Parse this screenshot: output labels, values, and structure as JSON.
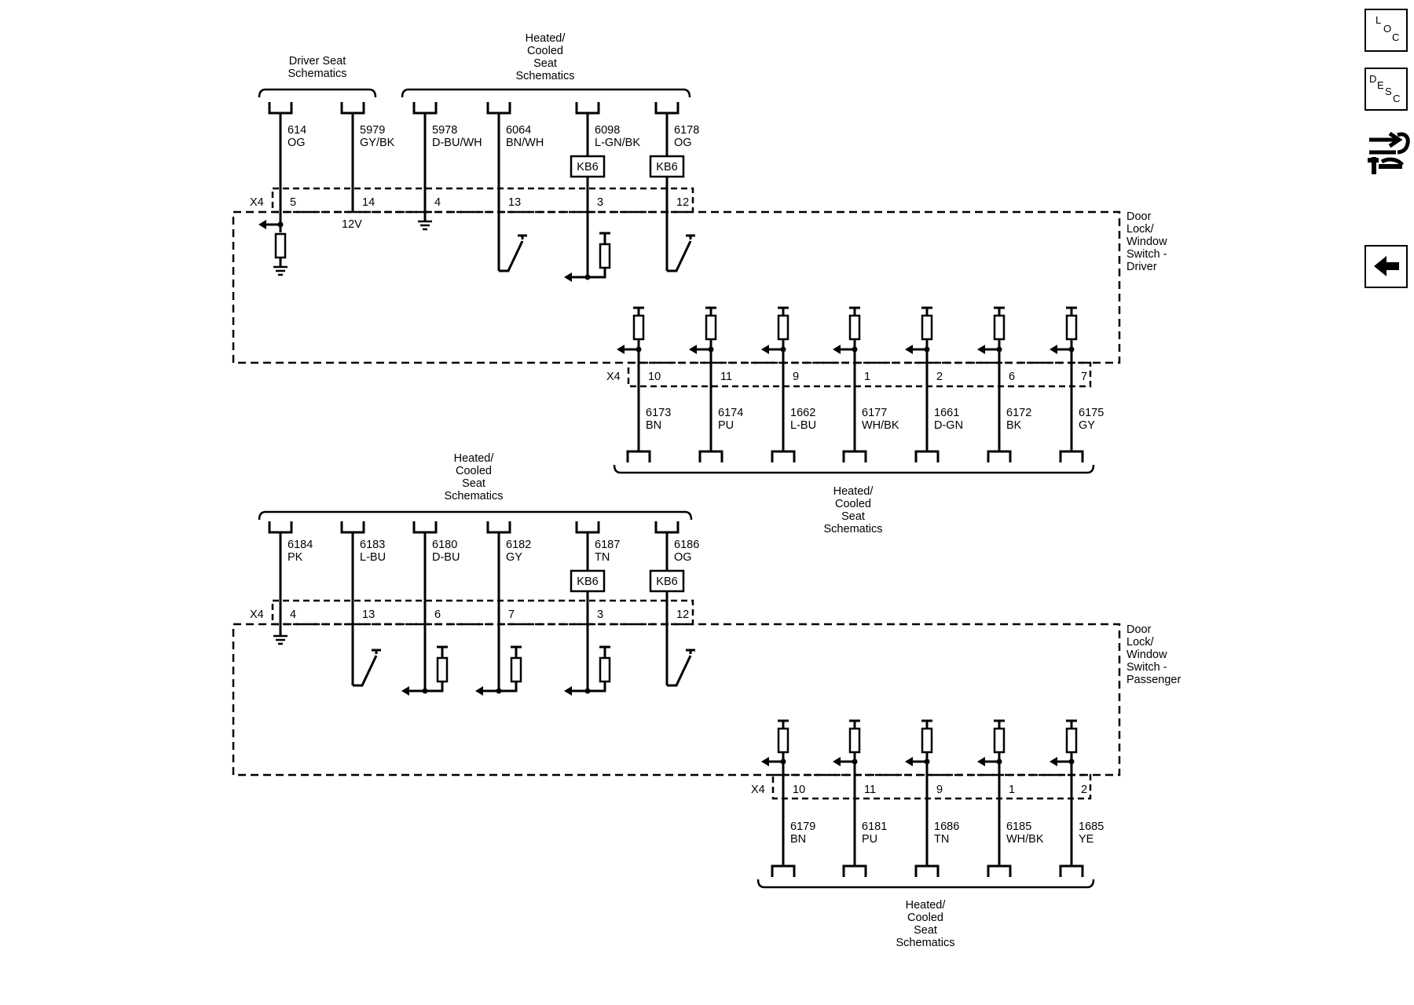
{
  "nav": {
    "loc": {
      "l1": "L",
      "l2": "O",
      "l3": "C"
    },
    "desc": {
      "l1": "D",
      "l2": "E",
      "l3": "S",
      "l4": "C"
    }
  },
  "driver_module": {
    "label": [
      "Door",
      "Lock/",
      "Window",
      "Switch -",
      "Driver"
    ],
    "top_connector": "X4",
    "bottom_connector": "X4",
    "groups_top": [
      {
        "label": [
          "Driver Seat",
          "Schematics"
        ]
      },
      {
        "label": [
          "Heated/",
          "Cooled",
          "Seat",
          "Schematics"
        ]
      }
    ],
    "top_circuits": [
      {
        "circuit": "614",
        "color": "OG",
        "pin": "5",
        "inside": "ground-resistor"
      },
      {
        "circuit": "5979",
        "color": "GY/BK",
        "pin": "14",
        "inside": "12v",
        "note": "12V"
      },
      {
        "circuit": "5978",
        "color": "D-BU/WH",
        "pin": "4",
        "inside": "ground"
      },
      {
        "circuit": "6064",
        "color": "BN/WH",
        "pin": "13",
        "inside": "switch"
      },
      {
        "circuit": "6098",
        "color": "L-GN/BK",
        "pin": "3",
        "inside": "resistor-left",
        "option": "KB6"
      },
      {
        "circuit": "6178",
        "color": "OG",
        "pin": "12",
        "inside": "switch",
        "option": "KB6"
      }
    ],
    "bottom_circuits": [
      {
        "circuit": "6173",
        "color": "BN",
        "pin": "10"
      },
      {
        "circuit": "6174",
        "color": "PU",
        "pin": "11"
      },
      {
        "circuit": "1662",
        "color": "L-BU",
        "pin": "9"
      },
      {
        "circuit": "6177",
        "color": "WH/BK",
        "pin": "1"
      },
      {
        "circuit": "1661",
        "color": "D-GN",
        "pin": "2"
      },
      {
        "circuit": "6172",
        "color": "BK",
        "pin": "6"
      },
      {
        "circuit": "6175",
        "color": "GY",
        "pin": "7"
      }
    ],
    "bottom_group": {
      "label": [
        "Heated/",
        "Cooled",
        "Seat",
        "Schematics"
      ]
    }
  },
  "passenger_module": {
    "label": [
      "Door",
      "Lock/",
      "Window",
      "Switch -",
      "Passenger"
    ],
    "top_connector": "X4",
    "bottom_connector": "X4",
    "top_group": {
      "label": [
        "Heated/",
        "Cooled",
        "Seat",
        "Schematics"
      ]
    },
    "top_circuits": [
      {
        "circuit": "6184",
        "color": "PK",
        "pin": "4",
        "inside": "ground"
      },
      {
        "circuit": "6183",
        "color": "L-BU",
        "pin": "13",
        "inside": "switch"
      },
      {
        "circuit": "6180",
        "color": "D-BU",
        "pin": "6",
        "inside": "resistor-left"
      },
      {
        "circuit": "6182",
        "color": "GY",
        "pin": "7",
        "inside": "resistor-left"
      },
      {
        "circuit": "6187",
        "color": "TN",
        "pin": "3",
        "inside": "resistor-left",
        "option": "KB6"
      },
      {
        "circuit": "6186",
        "color": "OG",
        "pin": "12",
        "inside": "switch",
        "option": "KB6"
      }
    ],
    "bottom_circuits": [
      {
        "circuit": "6179",
        "color": "BN",
        "pin": "10"
      },
      {
        "circuit": "6181",
        "color": "PU",
        "pin": "11"
      },
      {
        "circuit": "1686",
        "color": "TN",
        "pin": "9"
      },
      {
        "circuit": "6185",
        "color": "WH/BK",
        "pin": "1"
      },
      {
        "circuit": "1685",
        "color": "YE",
        "pin": "2"
      }
    ],
    "bottom_group": {
      "label": [
        "Heated/",
        "Cooled",
        "Seat",
        "Schematics"
      ]
    }
  }
}
